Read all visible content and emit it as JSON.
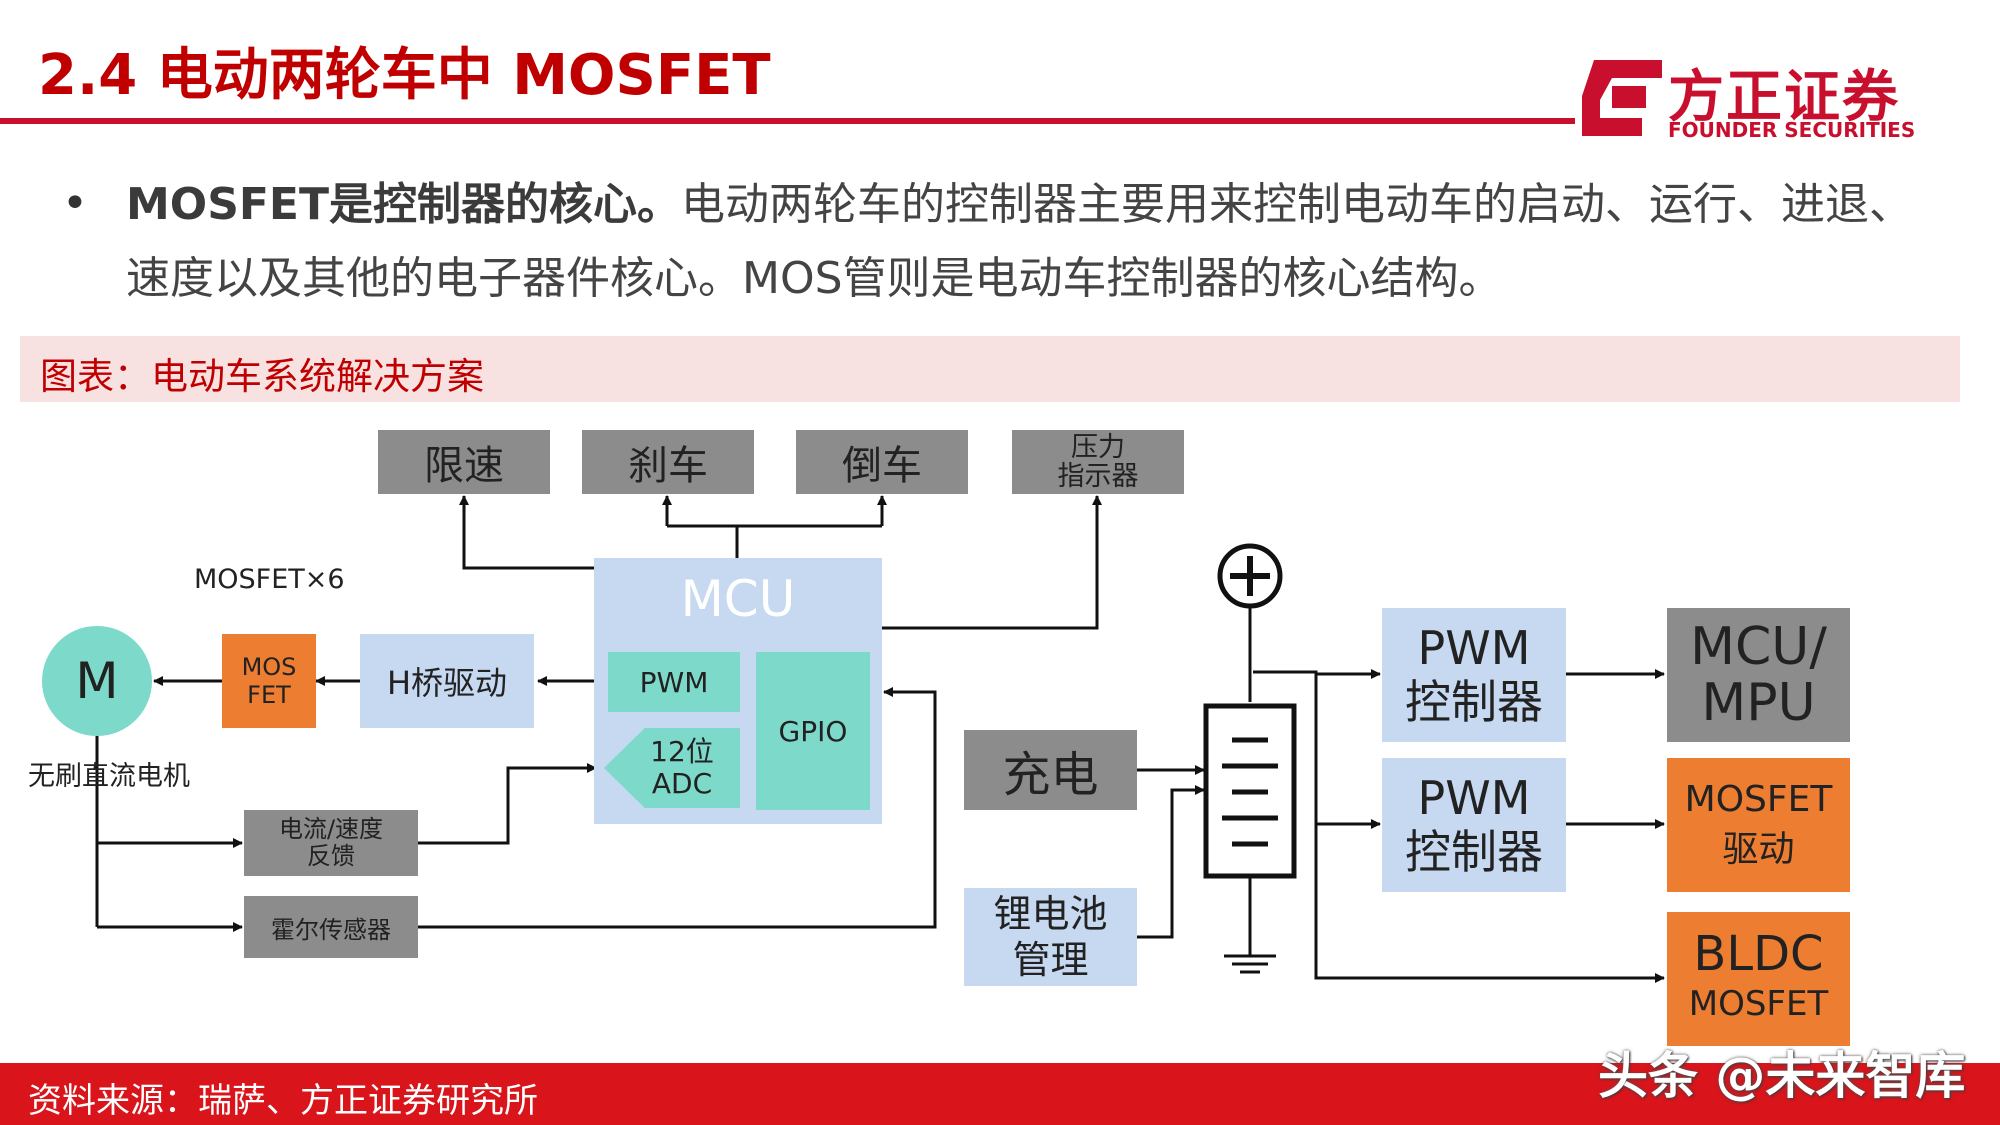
{
  "header": {
    "title": "2.4 电动两轮车中 MOSFET",
    "logo_cn": "方正证券",
    "logo_en": "FOUNDER SECURITIES"
  },
  "content": {
    "bullet": "•",
    "bold_lead": "MOSFET是控制器的核心。",
    "text": "电动两轮车的控制器主要用来控制电动车的启动、运行、进退、速度以及其他的电子器件核心。MOS管则是电动车控制器的核心结构。"
  },
  "figure": {
    "caption": "图表：电动车系统解决方案"
  },
  "diagram": {
    "top_boxes": [
      "限速",
      "刹车",
      "倒车"
    ],
    "pressure_indicator": [
      "压力",
      "指示器"
    ],
    "mosfet_x6": "MOSFET×6",
    "motor": "M",
    "motor_label": "无刷直流电机",
    "mos_fet": [
      "MOS",
      "FET"
    ],
    "h_bridge": "H桥驱动",
    "mcu": "MCU",
    "pwm": "PWM",
    "gpio": "GPIO",
    "adc": [
      "12位",
      "ADC"
    ],
    "current_speed": [
      "电流/速度",
      "反馈"
    ],
    "hall_sensor": "霍尔传感器",
    "charge": "充电",
    "battery_mgmt": [
      "锂电池",
      "管理"
    ],
    "pwm_controller_1": [
      "PWM",
      "控制器"
    ],
    "pwm_controller_2": [
      "PWM",
      "控制器"
    ],
    "mcu_mpu": [
      "MCU/",
      "MPU"
    ],
    "mosfet_drive": [
      "MOSFET",
      "驱动"
    ],
    "bldc": [
      "BLDC",
      "MOSFET"
    ]
  },
  "footer": {
    "source": "资料来源：瑞萨、方正证券研究所",
    "watermark": "头条 @未来智库"
  },
  "colors": {
    "brand_red": "#c8102e",
    "gray_box": "#8c8c8c",
    "blue_box": "#c6d9f1",
    "teal_box": "#7dd9c9",
    "orange_box": "#ed7d31"
  }
}
